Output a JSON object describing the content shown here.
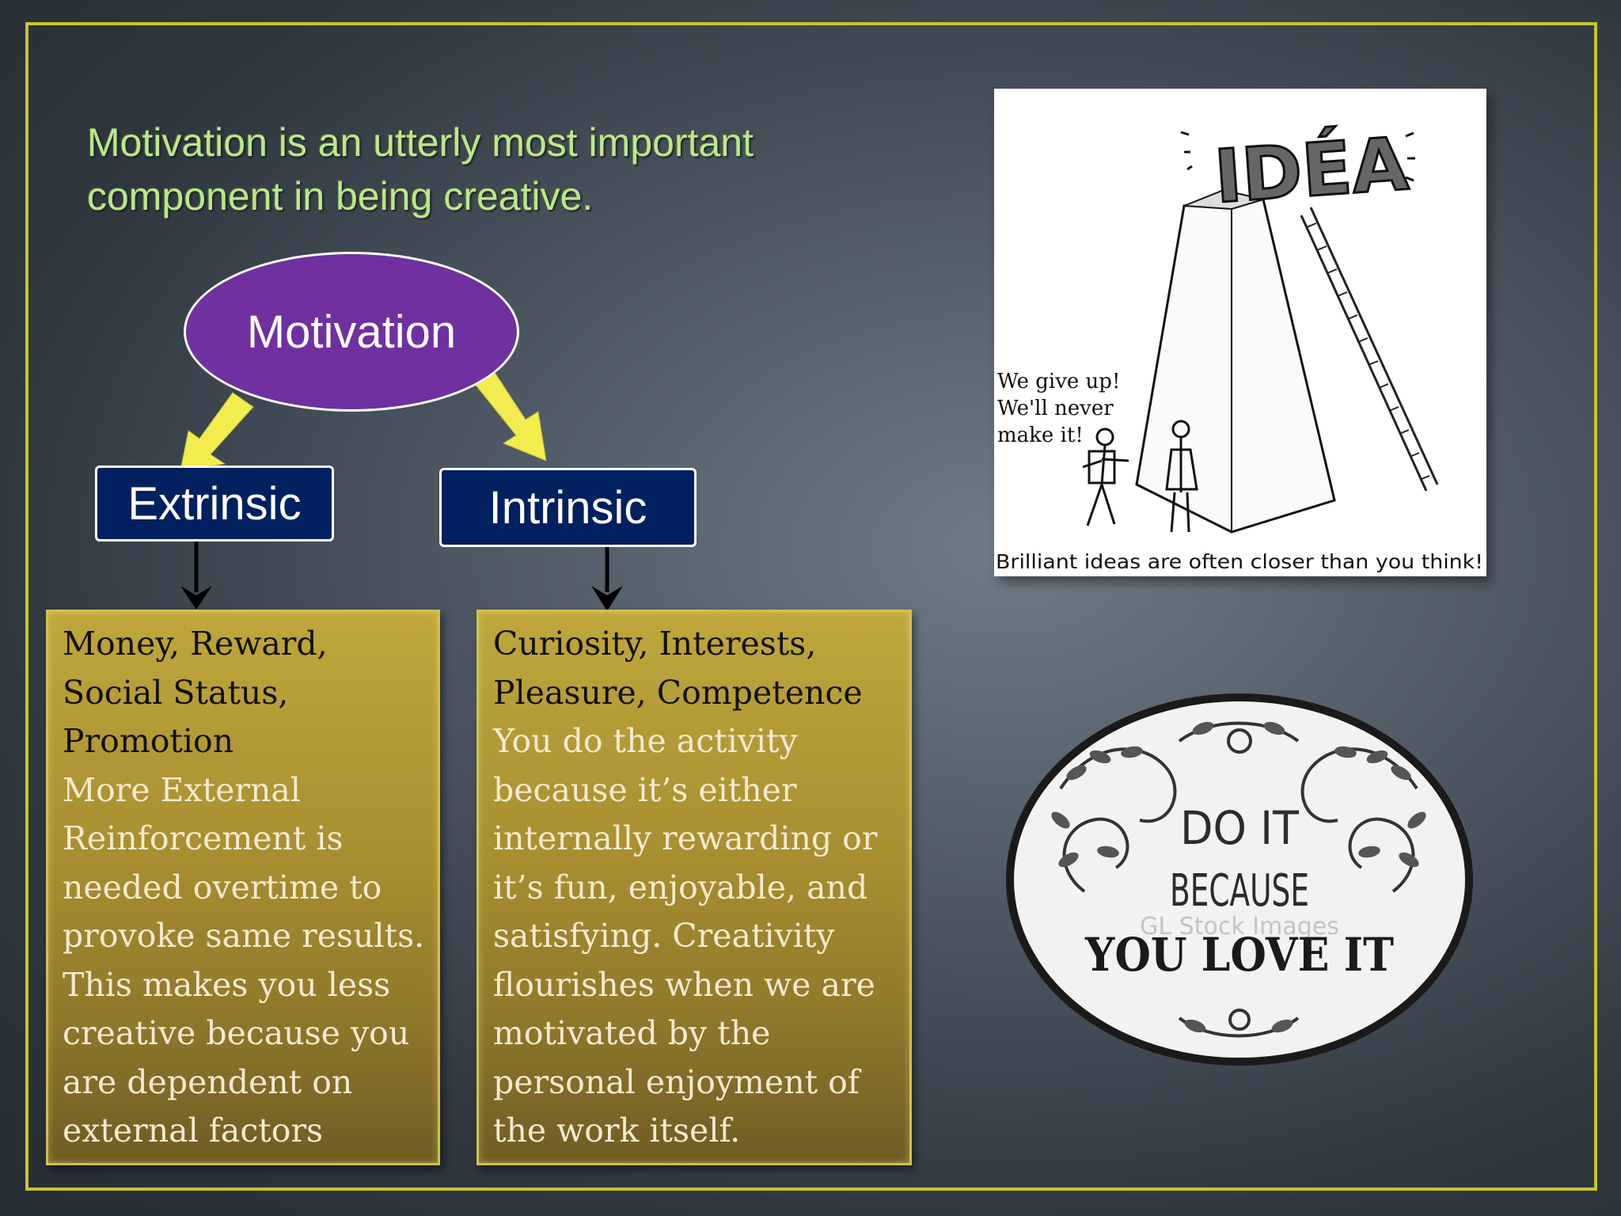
{
  "slide": {
    "title": "Motivation is an utterly most important\ncomponent in being creative."
  },
  "diagram": {
    "root": "Motivation",
    "left_branch": "Extrinsic",
    "right_branch": "Intrinsic",
    "left_card": {
      "heading": "Money, Reward,\nSocial Status,\nPromotion",
      "body": "More External\nReinforcement is\nneeded overtime to\nprovoke same results.\nThis makes you less\ncreative because you\nare dependent on\nexternal factors"
    },
    "right_card": {
      "heading": "Curiosity, Interests,\nPleasure, Competence",
      "body": "You do the activity\nbecause it’s either\ninternally rewarding or\nit’s fun, enjoyable, and\nsatisfying. Creativity\nflourishes when we are\nmotivated by the\npersonal enjoyment of\nthe work itself."
    },
    "colors": {
      "root_fill": "#7030a0",
      "branch_fill": "#002060",
      "arrow_yellow": "#f2ec4e",
      "title_green": "#b9e88d",
      "frame": "#c9c42d"
    }
  },
  "cartoon": {
    "logo_word": "IDÉA",
    "speech": [
      "We give up!",
      "We'll never",
      "make it!"
    ],
    "caption": "Brilliant ideas are often closer than you think!"
  },
  "badge": {
    "line1": "DO IT",
    "line2": "BECAUSE",
    "line3": "YOU LOVE IT",
    "watermark": "GL Stock Images"
  }
}
